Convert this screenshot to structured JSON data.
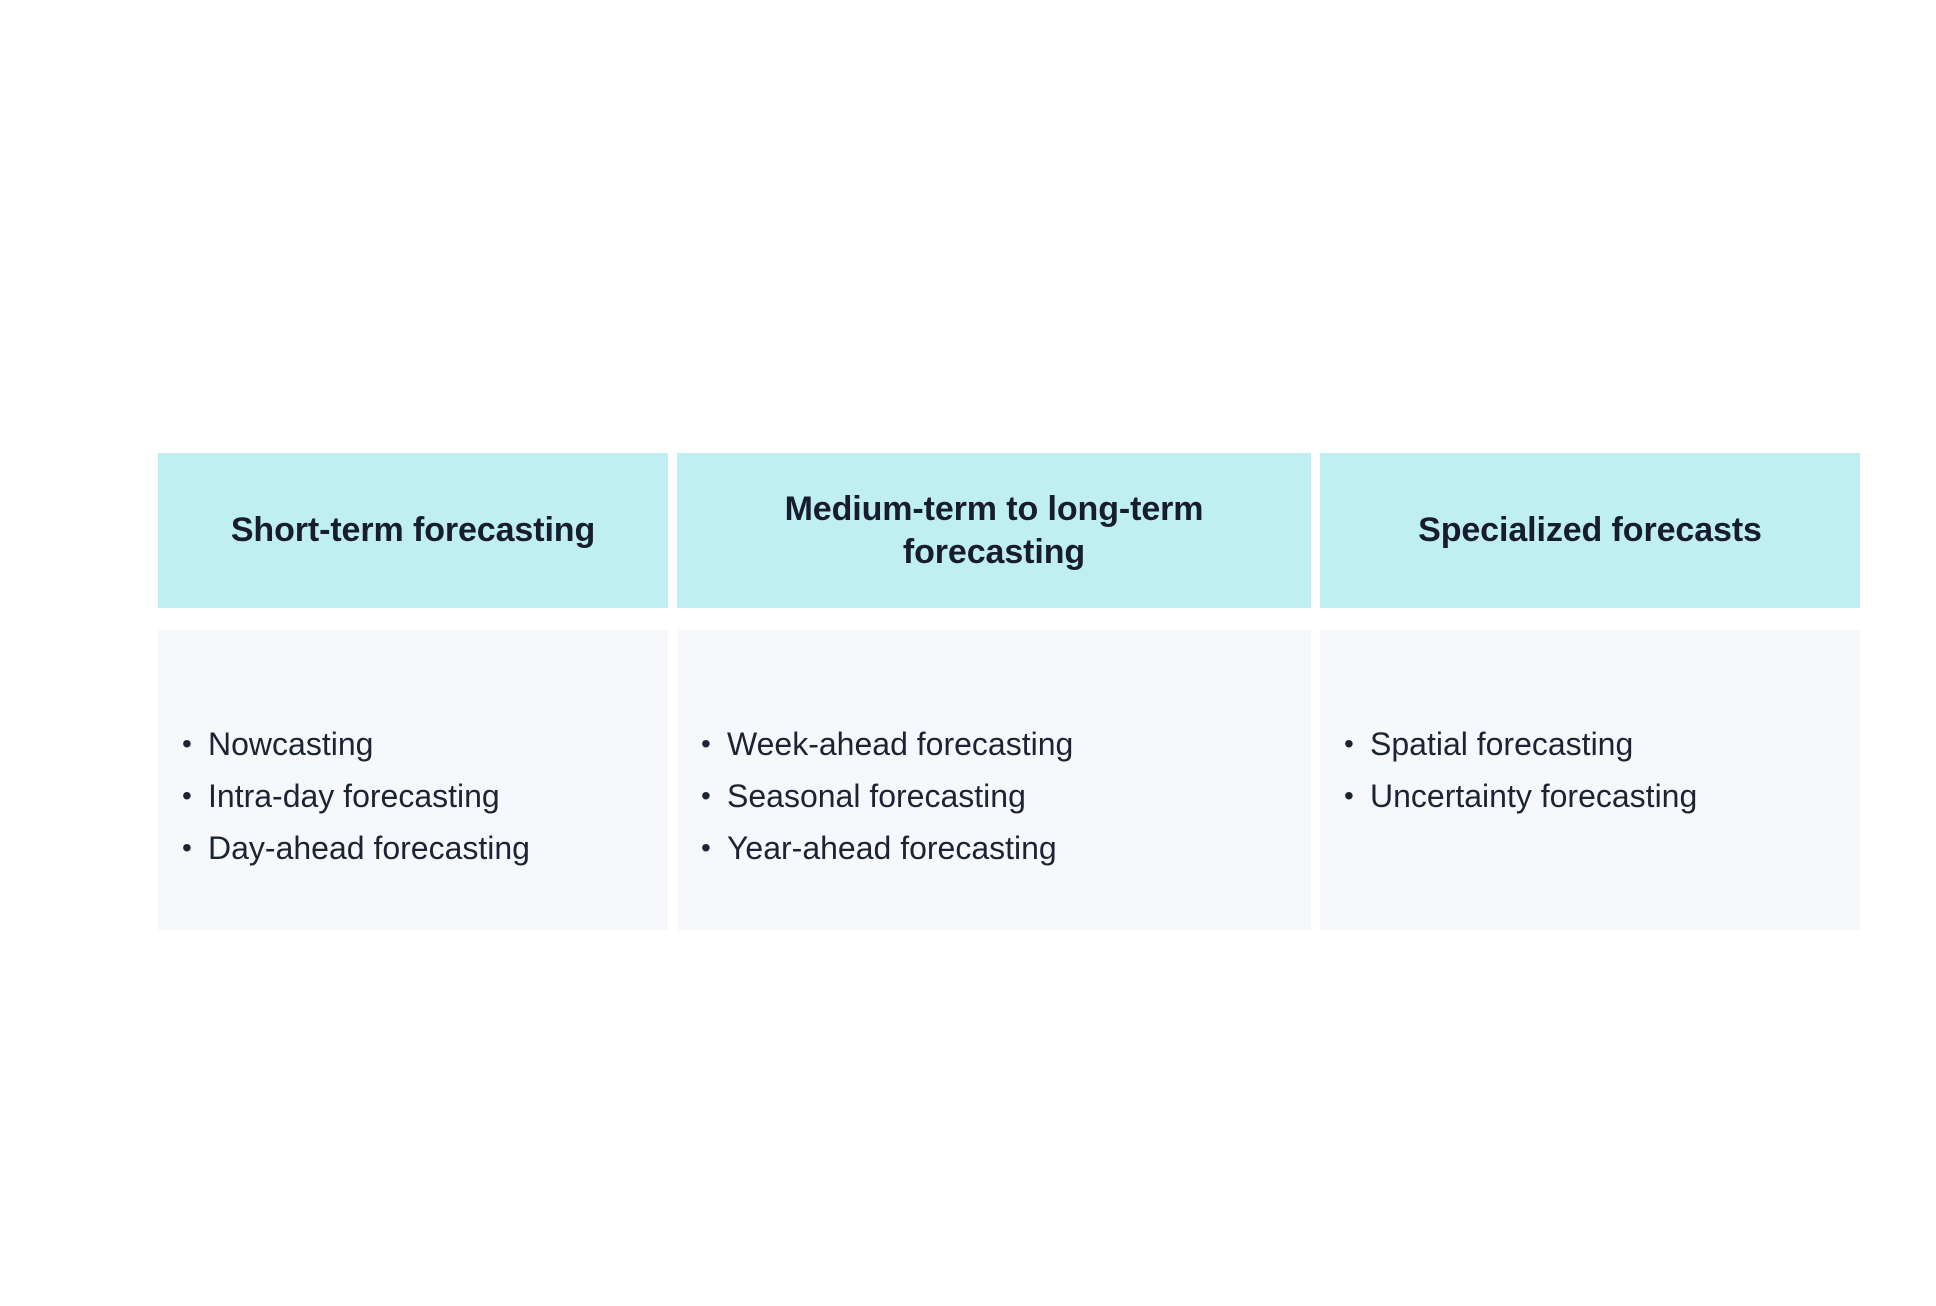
{
  "theme": {
    "page_background": "#FFFFFF",
    "header_background": "#BFEFF0",
    "body_background": "#F7F8FC",
    "header_text_color": "#171C2E",
    "body_text_color": "#1C2333",
    "bullet_glyph": "•"
  },
  "table": {
    "columns": [
      {
        "header": "Short-term forecasting",
        "items": [
          "Nowcasting",
          "Intra-day forecasting",
          "Day-ahead forecasting"
        ]
      },
      {
        "header": "Medium-term to long-term forecasting",
        "items": [
          "Week-ahead forecasting",
          "Seasonal forecasting",
          "Year-ahead forecasting"
        ]
      },
      {
        "header": "Specialized forecasts",
        "items": [
          "Spatial forecasting",
          "Uncertainty forecasting"
        ]
      }
    ]
  }
}
